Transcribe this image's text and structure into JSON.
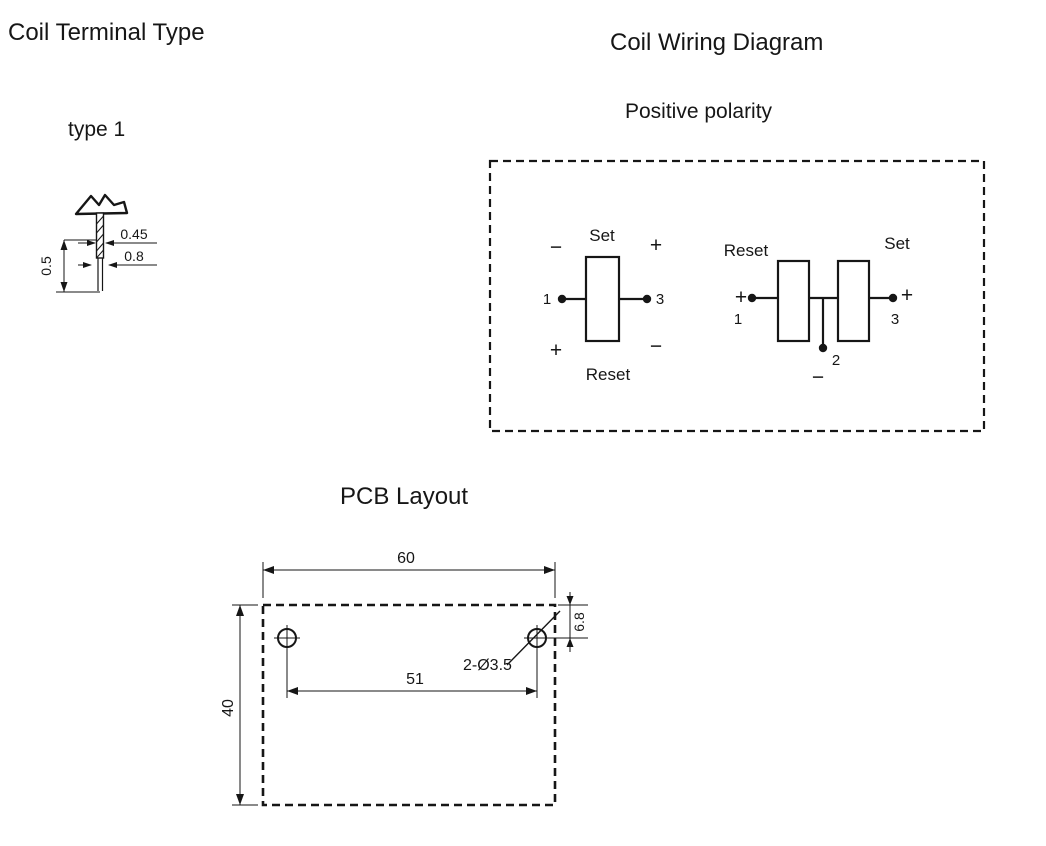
{
  "titles": {
    "coil_terminal_type": "Coil Terminal Type",
    "type1": "type 1",
    "coil_wiring_diagram": "Coil Wiring Diagram",
    "positive_polarity": "Positive polarity",
    "pcb_layout": "PCB Layout"
  },
  "terminal_dims": {
    "tip_width": "0.45",
    "base_width": "0.8",
    "thickness": "0.5"
  },
  "wiring": {
    "single": {
      "set": "Set",
      "reset": "Reset",
      "sign_top_left": "−",
      "sign_top_right": "+",
      "sign_bottom_left": "+",
      "sign_bottom_right": "−",
      "pin_left": "1",
      "pin_right": "3"
    },
    "dual": {
      "reset": "Reset",
      "set": "Set",
      "sign_left": "+",
      "sign_right": "+",
      "sign_center": "−",
      "pin_left": "1",
      "pin_right": "3",
      "pin_center": "2"
    }
  },
  "pcb_dims": {
    "overall_width": "60",
    "hole_pitch": "51",
    "overall_height": "40",
    "hole_offset": "6.8",
    "hole_spec": "2-Ø3.5"
  }
}
